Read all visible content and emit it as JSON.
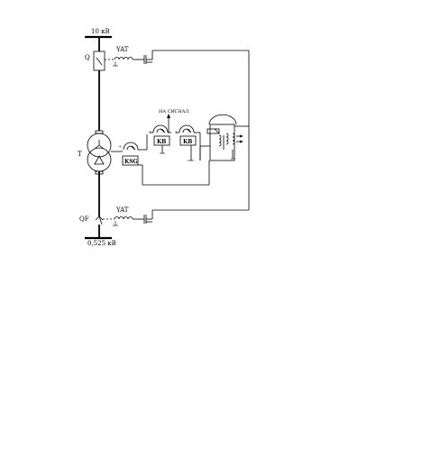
{
  "labels": {
    "bus_hv": "10 кВ",
    "bus_lv": "0,525 кВ",
    "breaker_hv": "Q",
    "breaker_lv": "QF",
    "transformer": "T",
    "trip_coil_top": "YAT",
    "trip_coil_bottom": "YAT",
    "signal": "НА СИГНАЛ",
    "relay_kb1": "KB",
    "relay_kb2": "KB",
    "relay_ksg": "KSG"
  }
}
